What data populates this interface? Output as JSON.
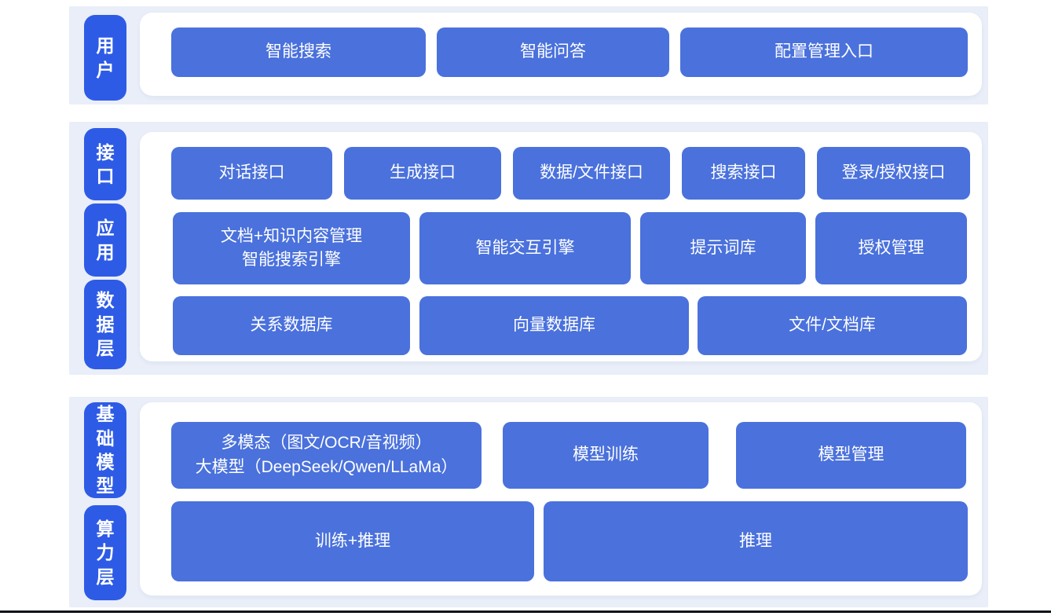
{
  "colors": {
    "band_background": "#e9eef8",
    "layer_label_blue": "#2e5be6",
    "box_blue": "#4a71dc",
    "text_white": "#ffffff",
    "bottom_rule": "#0c111c"
  },
  "sections": {
    "user": {
      "label": "用户",
      "row1": {
        "smart_search": "智能搜索",
        "smart_qa": "智能问答",
        "config_entry": "配置管理入口"
      }
    },
    "middle": {
      "label_interface": "接口",
      "label_application": "应用",
      "label_data": "数据层",
      "row1": {
        "dialog_api": "对话接口",
        "generation_api": "生成接口",
        "data_file_api": "数据/文件接口",
        "search_api": "搜索接口",
        "login_auth_api": "登录/授权接口"
      },
      "row2": {
        "doc_knowledge_line1": "文档+知识内容管理",
        "doc_knowledge_line2": "智能搜索引擎",
        "interactive_engine": "智能交互引擎",
        "prompt_library": "提示词库",
        "auth_mgmt": "授权管理"
      },
      "row3": {
        "relational_db": "关系数据库",
        "vector_db": "向量数据库",
        "file_doc_db": "文件/文档库"
      }
    },
    "bottom": {
      "label_foundation_model": "基础模型",
      "label_compute": "算力层",
      "row1": {
        "multimodal_line1": "多模态（图文/OCR/音视频）",
        "multimodal_line2": "大模型（DeepSeek/Qwen/LLaMa）",
        "model_training": "模型训练",
        "model_mgmt": "模型管理"
      },
      "row2": {
        "training_inference": "训练+推理",
        "inference": "推理"
      }
    }
  }
}
